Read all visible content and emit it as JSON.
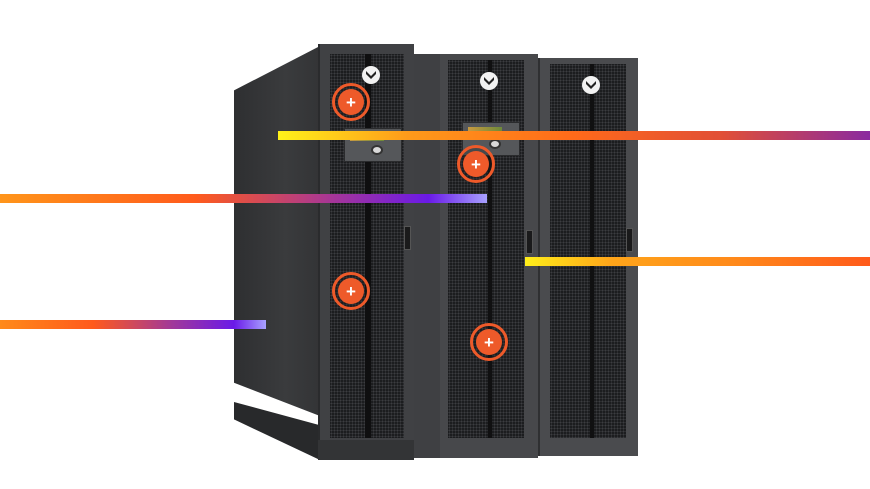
{
  "scene": {
    "subject": "Modular server/UPS cabinets product illustration",
    "cabinets": [
      {
        "id": "cabinet-a",
        "has_control_panel": true,
        "has_logo": true
      },
      {
        "id": "cabinet-b",
        "has_control_panel": true,
        "has_logo": true
      },
      {
        "id": "cabinet-c",
        "has_control_panel": false,
        "has_logo": true
      }
    ]
  },
  "hotspots": [
    {
      "id": "hotspot-1",
      "icon": "plus-icon",
      "symbol": "+"
    },
    {
      "id": "hotspot-2",
      "icon": "plus-icon",
      "symbol": "+"
    },
    {
      "id": "hotspot-3",
      "icon": "plus-icon",
      "symbol": "+"
    },
    {
      "id": "hotspot-4",
      "icon": "plus-icon",
      "symbol": "+"
    }
  ],
  "colors": {
    "hotspot": "#ee5a2a",
    "gradient_yellow": "#fff21a",
    "gradient_orange": "#ff6a1a",
    "gradient_purple": "#6a1ae8",
    "gradient_lavender": "#a7a0ff",
    "cabinet_body": "#404144",
    "background": "#ffffff"
  }
}
